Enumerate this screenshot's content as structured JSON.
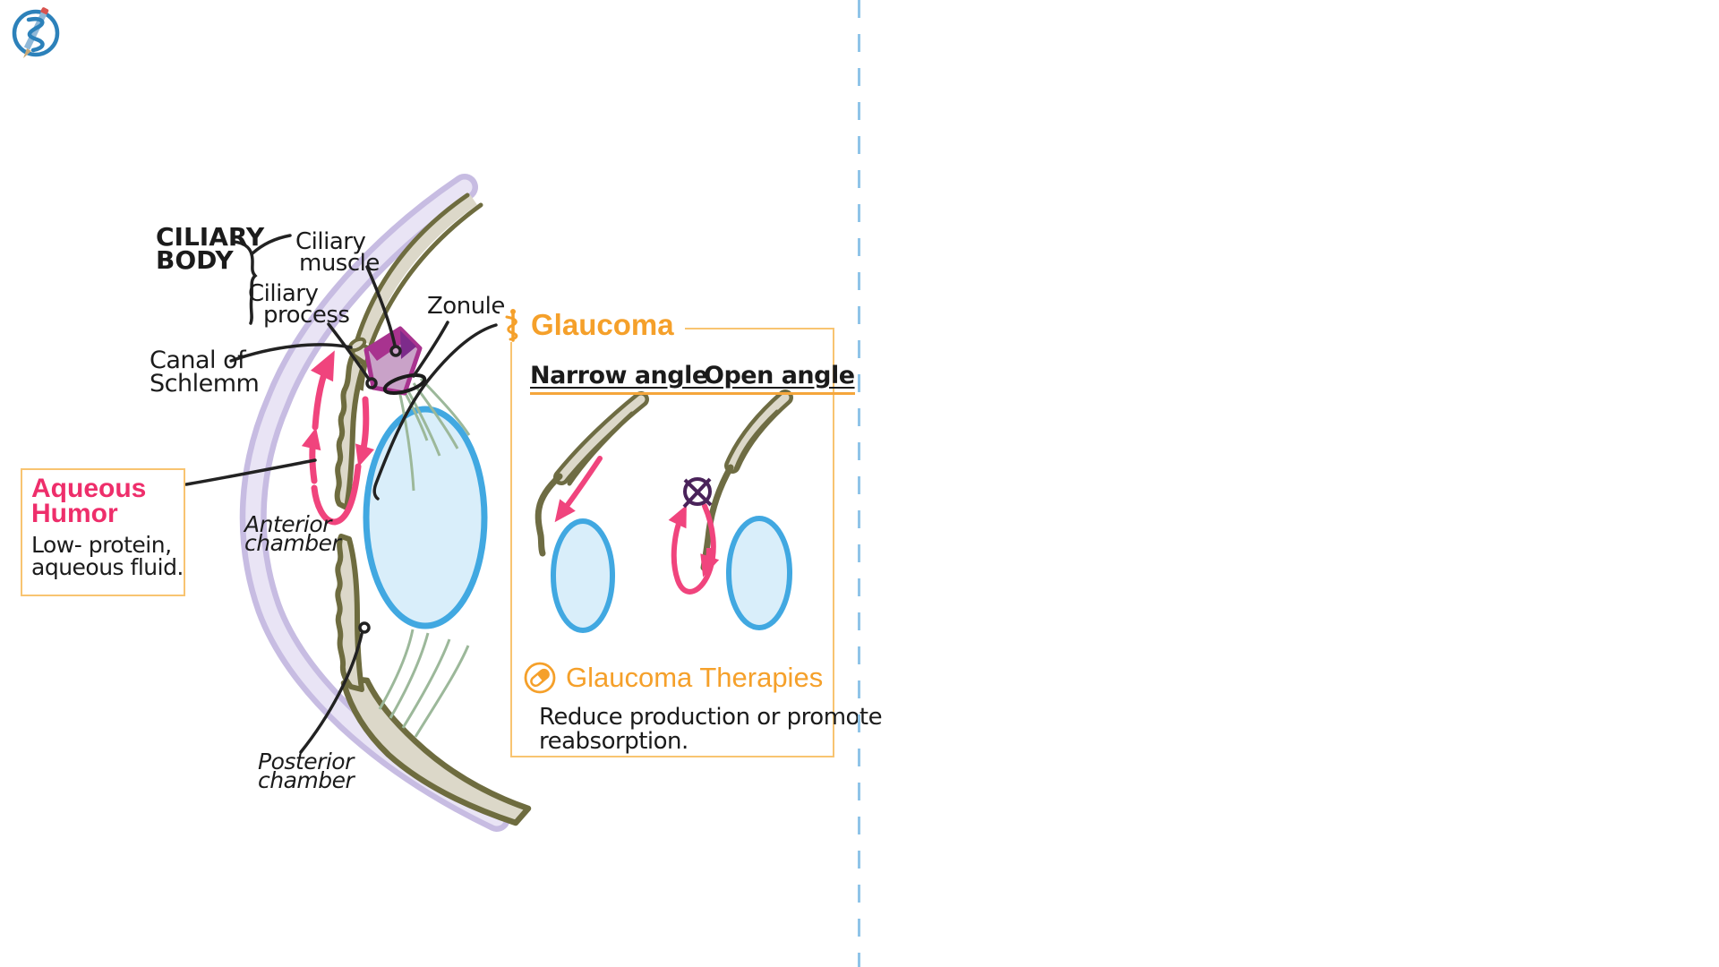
{
  "logo": {
    "name": "medical-pencil-asclepius-logo",
    "color": "#2C81BA"
  },
  "divider": {
    "color": "#8FC4E8"
  },
  "eye": {
    "labels": {
      "ciliary_body": [
        "CILIARY",
        "BODY"
      ],
      "ciliary_muscle": [
        "Ciliary",
        "muscle"
      ],
      "ciliary_process": [
        "Ciliary",
        "process"
      ],
      "canal_of_schlemm": [
        "Canal of",
        "Schlemm"
      ],
      "zonule": "Zonule",
      "anterior_chamber": [
        "Anterior",
        "chamber"
      ],
      "posterior_chamber": [
        "Posterior",
        "chamber"
      ]
    },
    "aqueous_note": {
      "title": [
        "Aqueous",
        "Humor"
      ],
      "body": [
        "Low- protein,",
        "aqueous fluid."
      ],
      "title_color": "#EE2E6B",
      "border_color": "#F8C471"
    },
    "colors": {
      "cornea": "#C7BCE2",
      "cornea_inner": "#E9E4F5",
      "sclera": "#6E6C3F",
      "stroma": "#DCD8C9",
      "ciliary_muscle_fill": "#C9A2C8",
      "ciliary_muscle_edge": "#A8338F",
      "zonule_fiber": "#9CB89A",
      "lens_fill": "#D9EEFA",
      "lens_edge": "#41A8E1",
      "flow_arrow": "#F0447D"
    }
  },
  "glaucoma": {
    "title": "Glaucoma",
    "title_color": "#F5A02A",
    "border_color": "#F8C471",
    "types": [
      {
        "label": "Narrow angle"
      },
      {
        "label": "Open angle"
      }
    ],
    "therapies_title": "Glaucoma Therapies",
    "therapies_body": [
      "Reduce production or promote",
      "reabsorption."
    ],
    "blocked_canal_symbol": "circled-x",
    "blocked_canal_color": "#4A235A"
  },
  "icons": {
    "glaucoma_header": "staff-of-asclepius-icon",
    "therapies": "pill-icon"
  }
}
